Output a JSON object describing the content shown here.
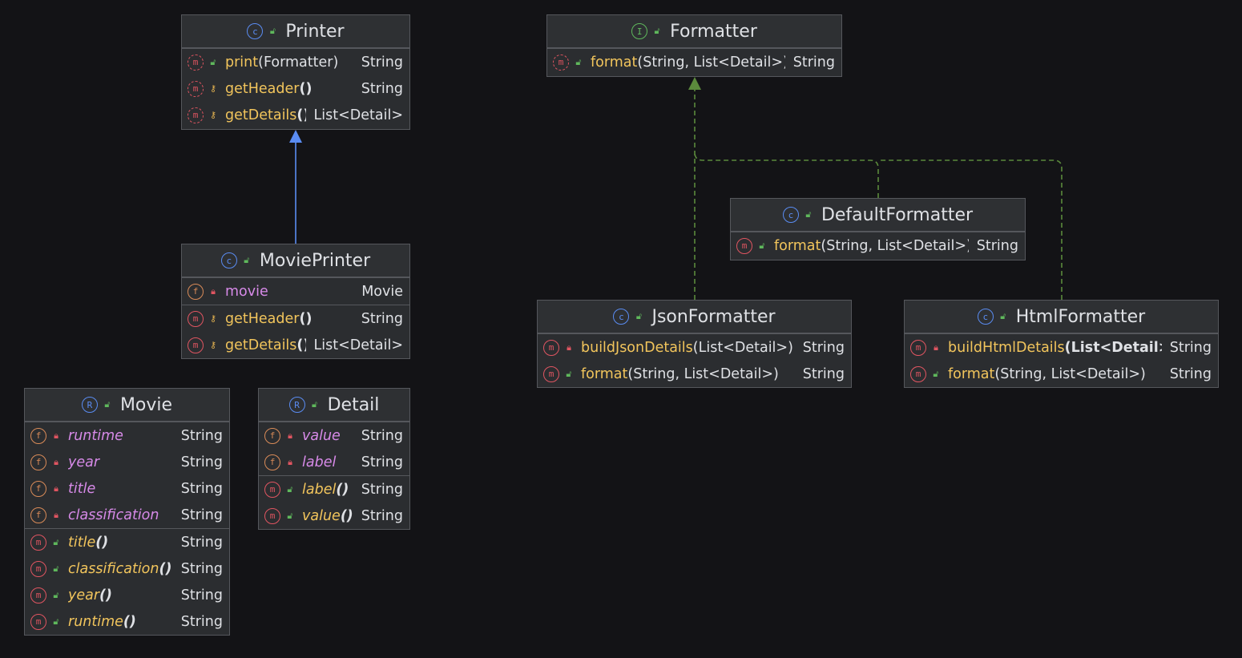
{
  "diagram": {
    "classes": {
      "printer": {
        "name": "Printer",
        "methods": [
          {
            "name": "print",
            "params": "(Formatter)",
            "type": "String"
          },
          {
            "name": "getHeader",
            "params": "()",
            "type": "String"
          },
          {
            "name": "getDetails",
            "params": "()",
            "type": "List<Detail>"
          }
        ]
      },
      "formatter": {
        "name": "Formatter",
        "methods": [
          {
            "name": "format",
            "params": "(String, List<Detail>)",
            "type": "String"
          }
        ]
      },
      "default_formatter": {
        "name": "DefaultFormatter",
        "methods": [
          {
            "name": "format",
            "params": "(String, List<Detail>)",
            "type": "String"
          }
        ]
      },
      "movie_printer": {
        "name": "MoviePrinter",
        "fields": [
          {
            "name": "movie",
            "type": "Movie"
          }
        ],
        "methods": [
          {
            "name": "getHeader",
            "params": "()",
            "type": "String"
          },
          {
            "name": "getDetails",
            "params": "()",
            "type": "List<Detail>"
          }
        ]
      },
      "json_formatter": {
        "name": "JsonFormatter",
        "methods": [
          {
            "name": "buildJsonDetails",
            "params": "(List<Detail>)",
            "type": "String"
          },
          {
            "name": "format",
            "params": "(String, List<Detail>)",
            "type": "String"
          }
        ]
      },
      "html_formatter": {
        "name": "HtmlFormatter",
        "methods": [
          {
            "name": "buildHtmlDetails",
            "params": "(List<Detail>)",
            "type": "String"
          },
          {
            "name": "format",
            "params": "(String, List<Detail>)",
            "type": "String"
          }
        ]
      },
      "movie": {
        "name": "Movie",
        "fields": [
          {
            "name": "runtime",
            "type": "String"
          },
          {
            "name": "year",
            "type": "String"
          },
          {
            "name": "title",
            "type": "String"
          },
          {
            "name": "classification",
            "type": "String"
          }
        ],
        "methods": [
          {
            "name": "title",
            "params": "()",
            "type": "String"
          },
          {
            "name": "classification",
            "params": "()",
            "type": "String"
          },
          {
            "name": "year",
            "params": "()",
            "type": "String"
          },
          {
            "name": "runtime",
            "params": "()",
            "type": "String"
          }
        ]
      },
      "detail": {
        "name": "Detail",
        "fields": [
          {
            "name": "value",
            "type": "String"
          },
          {
            "name": "label",
            "type": "String"
          }
        ],
        "methods": [
          {
            "name": "label",
            "params": "()",
            "type": "String"
          },
          {
            "name": "value",
            "params": "()",
            "type": "String"
          }
        ]
      }
    },
    "kind_letters": {
      "class": "c",
      "interface": "I",
      "record": "R",
      "method": "m",
      "field": "f"
    },
    "colors": {
      "background": "#131316",
      "box": "#2b2d30",
      "method_name": "#f2c55c",
      "field_name": "#d78ae8",
      "inheritance_edge": "#5a8cf2",
      "implementation_edge": "#5b8a3c"
    }
  }
}
